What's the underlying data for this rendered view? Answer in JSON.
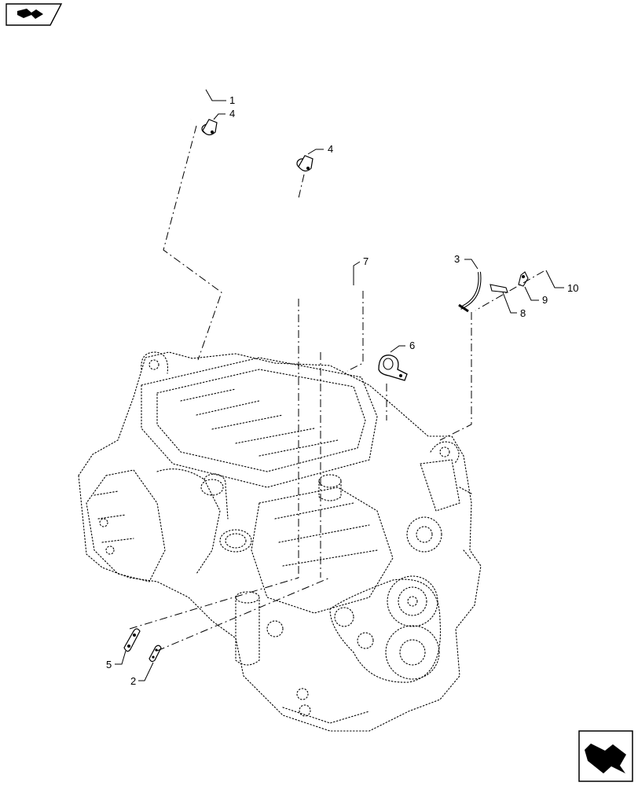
{
  "icons": {
    "top_left": "book-arrow-icon",
    "bottom_right": "next-page-arrow-icon"
  },
  "callouts": [
    {
      "id": "c1",
      "text": "1"
    },
    {
      "id": "c2",
      "text": "2"
    },
    {
      "id": "c3",
      "text": "3"
    },
    {
      "id": "c4a",
      "text": "4"
    },
    {
      "id": "c4b",
      "text": "4"
    },
    {
      "id": "c5",
      "text": "5"
    },
    {
      "id": "c6",
      "text": "6"
    },
    {
      "id": "c7",
      "text": "7"
    },
    {
      "id": "c8",
      "text": "8"
    },
    {
      "id": "c9",
      "text": "9"
    },
    {
      "id": "c10",
      "text": "10"
    }
  ]
}
